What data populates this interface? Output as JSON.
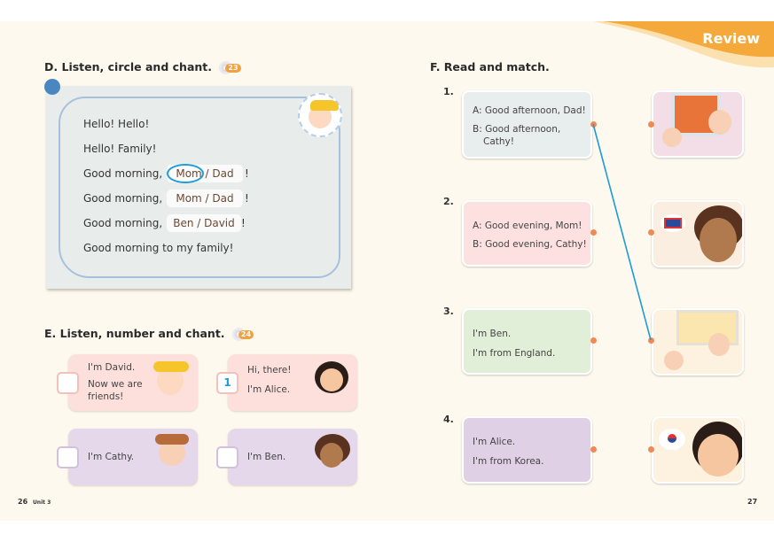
{
  "banner": {
    "label": "Review",
    "color": "#f5a93a"
  },
  "section_d": {
    "title": "D. Listen, circle and chant.",
    "track": "23",
    "lines": [
      "Hello! Hello!",
      "Hello! Family!",
      "Good morning,",
      "Good morning,",
      "Good morning,",
      "Good morning to my family!"
    ],
    "options": [
      "Mom / Dad",
      "Mom / Dad",
      "Ben / David"
    ],
    "exclaim": "!",
    "circled": "Mom"
  },
  "section_e": {
    "title": "E. Listen, number and chant.",
    "track": "24",
    "cards": [
      {
        "lines": [
          "I'm David.",
          "Now we are",
          "friends!"
        ],
        "number": ""
      },
      {
        "lines": [
          "Hi, there!",
          "I'm Alice."
        ],
        "number": "1"
      },
      {
        "lines": [
          "I'm Cathy."
        ],
        "number": ""
      },
      {
        "lines": [
          "I'm Ben."
        ],
        "number": ""
      }
    ]
  },
  "section_f": {
    "title": "F. Read and match.",
    "items": [
      {
        "num": "1.",
        "lines": [
          "A: Good afternoon, Dad!",
          "B: Good afternoon,",
          "Cathy!"
        ],
        "color": "#e7eeed"
      },
      {
        "num": "2.",
        "lines": [
          "A: Good evening, Mom!",
          "B: Good evening, Cathy!"
        ],
        "color": "#fde0e0"
      },
      {
        "num": "3.",
        "lines": [
          "I'm Ben.",
          "I'm from England."
        ],
        "color": "#e2efd8"
      },
      {
        "num": "4.",
        "lines": [
          "I'm Alice.",
          "I'm from Korea."
        ],
        "color": "#e0d0e6"
      }
    ],
    "match_line_color": "#1f9ad6"
  },
  "footer": {
    "left_page": "26",
    "unit": "Unit 3",
    "right_page": "27"
  }
}
